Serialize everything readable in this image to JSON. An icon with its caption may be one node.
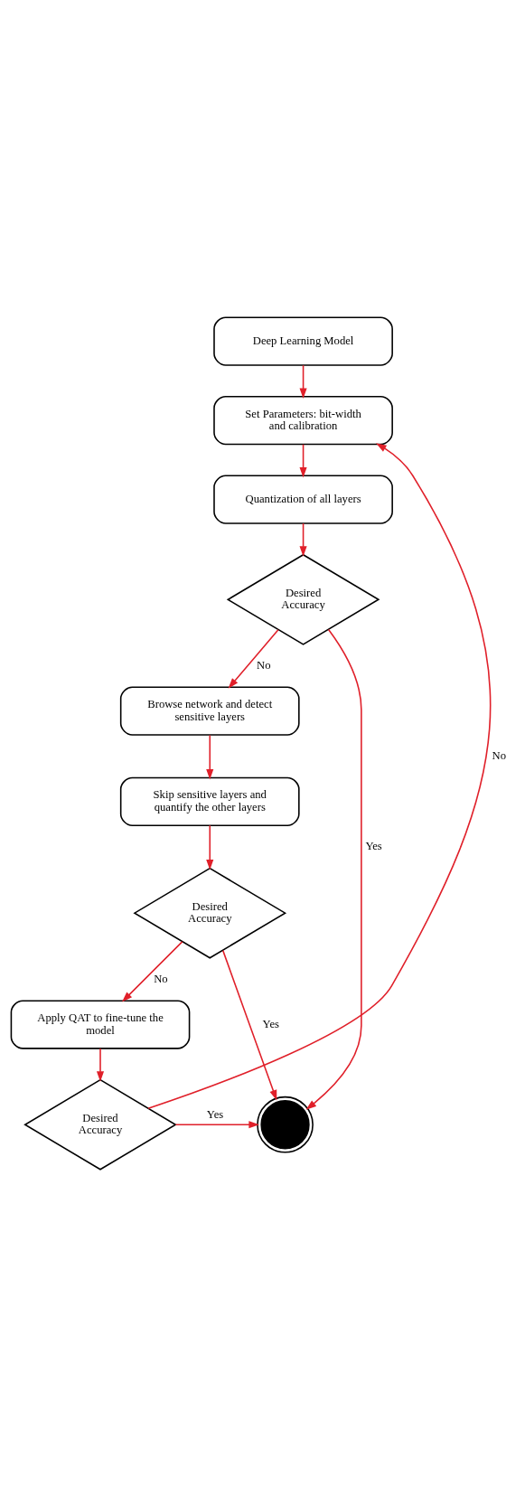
{
  "diagram": {
    "nodes": [
      {
        "text": [
          "Deep Learning Model"
        ]
      },
      {
        "text": [
          "Set Parameters: bit-width and calibration"
        ]
      },
      {
        "text": [
          "Quantization of all layers"
        ]
      },
      {
        "text": [
          "Desired Accuracy"
        ]
      },
      {
        "text": [
          "Browse network and detect sensitive layers"
        ]
      },
      {
        "text": [
          "Skip sensitive layers and quantify the other layers"
        ]
      },
      {
        "text": [
          "Desired Accuracy"
        ]
      },
      {
        "text": [
          "Apply QAT to fine-tune the model"
        ]
      },
      {
        "text": [
          "Desired Accuracy"
        ]
      },
      {
        "text": [],
        "shape": "circle"
      }
    ],
    "edges": [
      {
        "from": 0,
        "to": 1,
        "arrow": "to"
      },
      {
        "from": 1,
        "to": 2,
        "arrow": "to"
      },
      {
        "from": 2,
        "to": 3,
        "arrow": "to"
      },
      {
        "from": 3,
        "to": 9,
        "arrow": "to",
        "label": "Yes"
      },
      {
        "from": 3,
        "to": 4,
        "arrow": "to",
        "label": "No"
      },
      {
        "from": 4,
        "to": 5,
        "arrow": "to"
      },
      {
        "from": 5,
        "to": 6,
        "arrow": "to"
      },
      {
        "from": 6,
        "to": 9,
        "arrow": "to",
        "label": "Yes"
      },
      {
        "from": 6,
        "to": 7,
        "arrow": "to",
        "label": "No"
      },
      {
        "from": 7,
        "to": 8,
        "arrow": "to"
      },
      {
        "from": 8,
        "to": 9,
        "arrow": "to",
        "label": "Yes"
      },
      {
        "from": 8,
        "to": 1,
        "arrow": "to",
        "label": "No"
      }
    ]
  }
}
